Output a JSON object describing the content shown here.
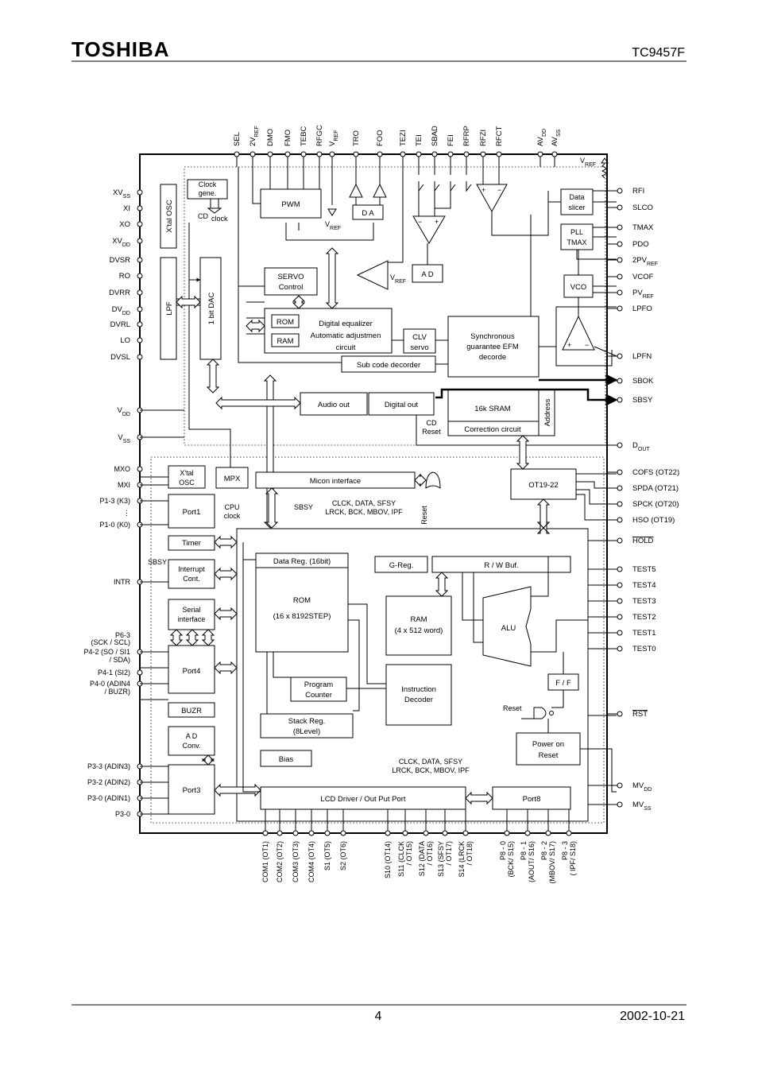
{
  "header": {
    "logo": "TOSHIBA",
    "part_number": "TC9457F"
  },
  "footer": {
    "page_number": "4",
    "date": "2002-10-21"
  },
  "top_pins": [
    {
      "base": "SEL",
      "sub": ""
    },
    {
      "base": "2V",
      "sub": "REF"
    },
    {
      "base": "DMO",
      "sub": ""
    },
    {
      "base": "FMO",
      "sub": ""
    },
    {
      "base": "TEBC",
      "sub": ""
    },
    {
      "base": "RFGC",
      "sub": ""
    },
    {
      "base": "V",
      "sub": "REF"
    },
    {
      "base": "TRO",
      "sub": ""
    },
    {
      "base": "FOO",
      "sub": ""
    },
    {
      "base": "TEZI",
      "sub": ""
    },
    {
      "base": "TEI",
      "sub": ""
    },
    {
      "base": "SBAD",
      "sub": ""
    },
    {
      "base": "FEI",
      "sub": ""
    },
    {
      "base": "RFRP",
      "sub": ""
    },
    {
      "base": "RFZI",
      "sub": ""
    },
    {
      "base": "RFCT",
      "sub": ""
    },
    {
      "base": "AV",
      "sub": "DD"
    },
    {
      "base": "AV",
      "sub": "SS"
    }
  ],
  "left_pins": [
    {
      "base": "XV",
      "sub": "SS"
    },
    {
      "base": "XI",
      "sub": ""
    },
    {
      "base": "XO",
      "sub": ""
    },
    {
      "base": "XV",
      "sub": "DD"
    },
    {
      "base": "DVSR",
      "sub": ""
    },
    {
      "base": "RO",
      "sub": ""
    },
    {
      "base": "DVRR",
      "sub": ""
    },
    {
      "base": "DV",
      "sub": "DD"
    },
    {
      "base": "DVRL",
      "sub": ""
    },
    {
      "base": "LO",
      "sub": ""
    },
    {
      "base": "DVSL",
      "sub": ""
    },
    {
      "base": "V",
      "sub": "DD"
    },
    {
      "base": "V",
      "sub": "SS"
    },
    {
      "base": "MXO",
      "sub": ""
    },
    {
      "base": "MXI",
      "sub": ""
    },
    {
      "base": "P1-3 (K3)",
      "sub": ""
    },
    {
      "base": "⋮",
      "sub": ""
    },
    {
      "base": "P1-0 (K0)",
      "sub": ""
    },
    {
      "base": "INTR",
      "sub": ""
    },
    {
      "base": "P6-3",
      "sub": ""
    },
    {
      "base": "(SCK / SCL)",
      "sub": ""
    },
    {
      "base": "P4-2 (SO / SI1",
      "sub": ""
    },
    {
      "base": "/ SDA)",
      "sub": ""
    },
    {
      "base": "P4-1 (SI2)",
      "sub": ""
    },
    {
      "base": "P4-0 (ADIN4",
      "sub": ""
    },
    {
      "base": "/ BUZR)",
      "sub": ""
    },
    {
      "base": "P3-3 (ADIN3)",
      "sub": ""
    },
    {
      "base": "P3-2 (ADIN2)",
      "sub": ""
    },
    {
      "base": "P3-0 (ADIN1)",
      "sub": ""
    },
    {
      "base": "P3-0",
      "sub": ""
    }
  ],
  "right_pins": [
    {
      "base": "RFI",
      "sub": "",
      "over": false
    },
    {
      "base": "SLCO",
      "sub": "",
      "over": false
    },
    {
      "base": "TMAX",
      "sub": "",
      "over": false
    },
    {
      "base": "PDO",
      "sub": "",
      "over": false
    },
    {
      "base": "2PV",
      "sub": "REF",
      "over": false
    },
    {
      "base": "VCOF",
      "sub": "",
      "over": false
    },
    {
      "base": "PV",
      "sub": "REF",
      "over": false
    },
    {
      "base": "LPFO",
      "sub": "",
      "over": false
    },
    {
      "base": "LPFN",
      "sub": "",
      "over": false
    },
    {
      "base": "SBOK",
      "sub": "",
      "over": false
    },
    {
      "base": "SBSY",
      "sub": "",
      "over": false
    },
    {
      "base": "D",
      "sub": "OUT",
      "over": false
    },
    {
      "base": "COFS (OT22)",
      "sub": "",
      "over": false
    },
    {
      "base": "SPDA (OT21)",
      "sub": "",
      "over": false
    },
    {
      "base": "SPCK (OT20)",
      "sub": "",
      "over": false
    },
    {
      "base": "HSO (OT19)",
      "sub": "",
      "over": false
    },
    {
      "base": "HOLD",
      "sub": "",
      "over": true
    },
    {
      "base": "TEST5",
      "sub": "",
      "over": false
    },
    {
      "base": "TEST4",
      "sub": "",
      "over": false
    },
    {
      "base": "TEST3",
      "sub": "",
      "over": false
    },
    {
      "base": "TEST2",
      "sub": "",
      "over": false
    },
    {
      "base": "TEST1",
      "sub": "",
      "over": false
    },
    {
      "base": "TEST0",
      "sub": "",
      "over": false
    },
    {
      "base": "RST",
      "sub": "",
      "over": true
    },
    {
      "base": "MV",
      "sub": "DD",
      "over": false
    },
    {
      "base": "MV",
      "sub": "SS",
      "over": false
    }
  ],
  "bottom_pins": [
    [
      "COM1 (OT1)"
    ],
    [
      "COM2 (OT2)"
    ],
    [
      "COM3 (OT3)"
    ],
    [
      "COM4 (OT4)"
    ],
    [
      "S1 (OT5)"
    ],
    [
      "S2 (OT6)"
    ],
    [
      "S10 (OT14)"
    ],
    [
      "S11 (CLCK",
      "/ OT15)"
    ],
    [
      "S12 (DATA",
      "/ OT16)"
    ],
    [
      "S13 (SFSY",
      "/ OT17)"
    ],
    [
      "S14 (LRCK",
      "/ OT18)"
    ],
    [
      "P8 - 0",
      "(BCK/ S15)"
    ],
    [
      "P8 - 1",
      "(AOUT/ S16)"
    ],
    [
      "P8 - 2",
      "(MBOV/ S17)"
    ],
    [
      "P8 - 3",
      "( IPF/ S18)"
    ]
  ],
  "blocks": {
    "xtal_osc_top": "X'tal OSC",
    "clock_gene": [
      "Clock",
      "gene."
    ],
    "cd_clock": [
      "CD",
      "clock"
    ],
    "pwm": "PWM",
    "da": "D A",
    "vref_a": {
      "base": "V",
      "sub": "REF"
    },
    "vref_b": {
      "base": "V",
      "sub": "REF"
    },
    "vref_c": {
      "base": "V",
      "sub": "REF"
    },
    "vref_top_right": {
      "base": "V",
      "sub": "REF"
    },
    "ad_top": "A D",
    "data_slicer": [
      "Data",
      "slicer"
    ],
    "pll_tmax": [
      "PLL",
      "TMAX"
    ],
    "vco": "VCO",
    "lpf": "LPF",
    "one_bit_dac": "1 bit DAC",
    "servo_control": [
      "SERVO",
      "Control"
    ],
    "rom_small": "ROM",
    "ram_small": "RAM",
    "digital_equalizer": [
      "Digital equalizer",
      "Automatic adjustmen",
      "circuit"
    ],
    "clv_servo": [
      "CLV",
      "servo"
    ],
    "sync_efm": [
      "Synchronous",
      "guarantee EFM",
      "decorde"
    ],
    "sub_code_decorder": "Sub code decorder",
    "audio_out": "Audio out",
    "digital_out": "Digital out",
    "sram": "16k SRAM",
    "correction_circuit": "Correction circuit",
    "address": "Address",
    "cd_reset": [
      "CD",
      "Reset"
    ],
    "xtal_osc_mcu": [
      "X'tal",
      "OSC"
    ],
    "mpx": "MPX",
    "cpu_clock": [
      "CPU",
      "clock"
    ],
    "micon_interface": "Micon interface",
    "micon_signals": [
      "CLCK, DATA, SFSY",
      "LRCK, BCK, MBOV, IPF"
    ],
    "sbsy_label": "SBSY",
    "reset_vertical": "Reset",
    "ot19_22": "OT19-22",
    "port1": "Port1",
    "timer": "Timer",
    "sbsy_small": "SBSY",
    "interrupt_cont": [
      "Interrupt",
      "Cont."
    ],
    "serial_interface": [
      "Serial",
      "interface"
    ],
    "port4": "Port4",
    "buzr": "BUZR",
    "ad_conv": [
      "A D",
      "Conv."
    ],
    "port3": "Port3",
    "data_reg": "Data Reg. (16bit)",
    "rom_main": [
      "ROM",
      "(16 x 8192STEP)"
    ],
    "g_reg": "G-Reg.",
    "rw_buf": "R / W Buf.",
    "ram_main": [
      "RAM",
      "(4 x 512 word)"
    ],
    "alu": "ALU",
    "program_counter": [
      "Program",
      "Counter"
    ],
    "instruction_decoder": [
      "Instruction",
      "Decoder"
    ],
    "stack_reg": [
      "Stack Reg.",
      "(8Level)"
    ],
    "ff": "F / F",
    "reset_gate": "Reset",
    "power_on_reset": [
      "Power on",
      "Reset"
    ],
    "bias": "Bias",
    "lcd_signals": [
      "CLCK, DATA, SFSY",
      "LRCK, BCK, MBOV, IPF"
    ],
    "lcd_driver": "LCD Driver / Out Put Port",
    "port8": "Port8"
  }
}
